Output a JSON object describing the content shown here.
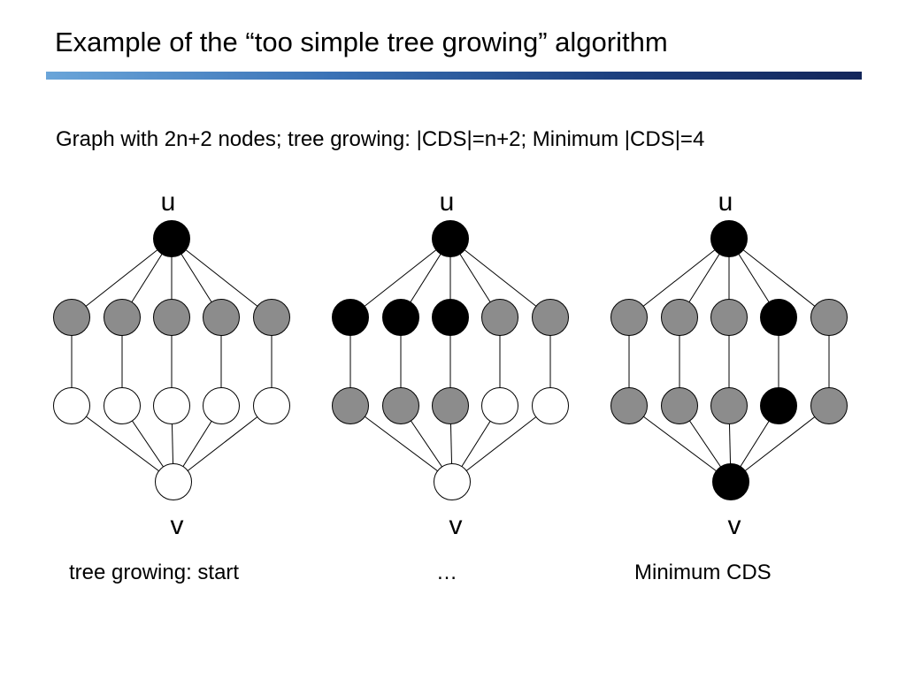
{
  "slide": {
    "title": "Example of the “too simple tree growing” algorithm",
    "subtitle": "Graph with 2n+2 nodes; tree growing: |CDS|=n+2; Minimum |CDS|=4"
  },
  "colors": {
    "black": "#000000",
    "gray": "#8c8c8c",
    "white": "#ffffff"
  },
  "diagrams": [
    {
      "top_label": "u",
      "bottom_label": "v",
      "caption": "tree growing: start",
      "u": "black",
      "upper_row": [
        "gray",
        "gray",
        "gray",
        "gray",
        "gray"
      ],
      "lower_row": [
        "white",
        "white",
        "white",
        "white",
        "white"
      ],
      "v": "white"
    },
    {
      "top_label": "u",
      "bottom_label": "v",
      "caption": "…",
      "u": "black",
      "upper_row": [
        "black",
        "black",
        "black",
        "gray",
        "gray"
      ],
      "lower_row": [
        "gray",
        "gray",
        "gray",
        "white",
        "white"
      ],
      "v": "white"
    },
    {
      "top_label": "u",
      "bottom_label": "v",
      "caption": "Minimum CDS",
      "u": "black",
      "upper_row": [
        "gray",
        "gray",
        "gray",
        "black",
        "gray"
      ],
      "lower_row": [
        "gray",
        "gray",
        "gray",
        "black",
        "gray"
      ],
      "v": "black"
    }
  ]
}
